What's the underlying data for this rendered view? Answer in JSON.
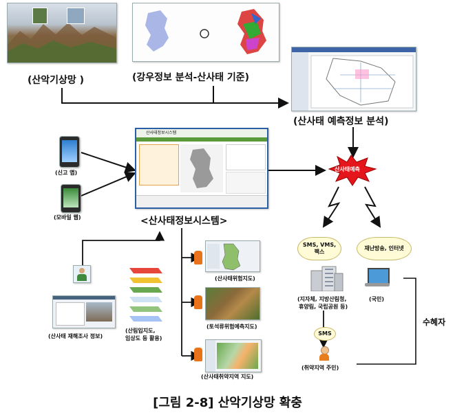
{
  "top": {
    "mountain_label": "(산악기상망 )",
    "rain_label": "(강우정보 분석-산사태 기준)",
    "forecast_label": "(산사태 예측정보 분석)"
  },
  "center": {
    "system_label": "<산사태정보시스템>",
    "system_header": "산사태정보시스템",
    "alert": "산사태예측",
    "report_app": "(신고 앱)",
    "mobile_web": "(모바일 웹)"
  },
  "lower": {
    "survey": "(산사태 재해조사 정보)",
    "layers": [
      "(산림입지도,",
      "임상도 등 활용)"
    ],
    "risk_map": "(산사태위험지도)",
    "debris_map": "(토석류위험예측지도)",
    "vuln_map": "(산사태취약지역 지도)"
  },
  "delivery": {
    "sms_cloud": [
      "SMS, VMS,",
      "팩스"
    ],
    "broadcast_cloud": "재난방송, 인터넷",
    "agencies": [
      "(지자체, 지방산림청,",
      "휴양림, 국립공원 등)"
    ],
    "citizens": "(국민)",
    "sms_bubble": "SMS",
    "residents": "(취약지역 주민)",
    "beneficiary": "수혜자"
  },
  "caption": "[그림 2-8] 산악기상망 확충"
}
